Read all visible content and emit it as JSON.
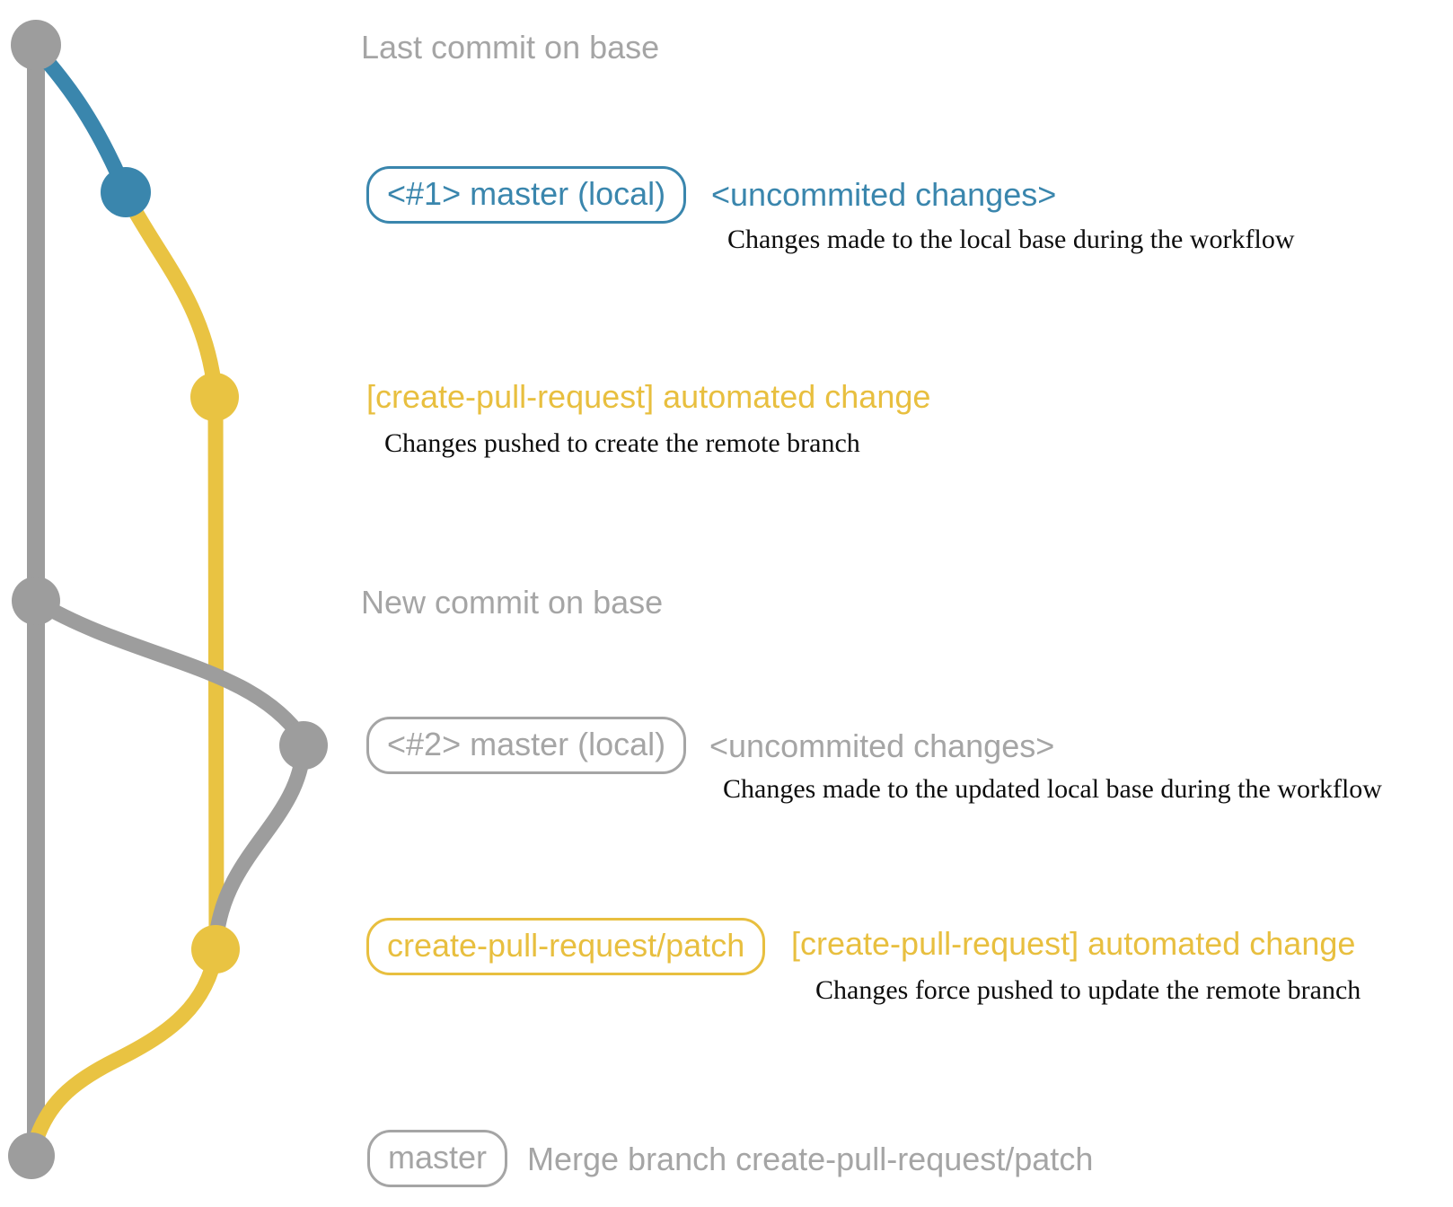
{
  "colors": {
    "gray-line": "#9d9d9d",
    "gray-text": "#a5a5a5",
    "blue": "#3a86ad",
    "yellow": "#e9c342",
    "yellow-text": "#e8bf3f",
    "ink": "#0d0d0d",
    "bg": "#ffffff"
  },
  "rows": {
    "last_base": {
      "title": "Last commit on base"
    },
    "local1": {
      "badge": "<#1> master (local)",
      "heading": "<uncommited changes>",
      "annotation": "Changes made to the local base during the workflow"
    },
    "push1": {
      "heading": "[create-pull-request] automated change",
      "annotation": "Changes pushed to create the remote branch"
    },
    "new_base": {
      "title": "New commit on base"
    },
    "local2": {
      "badge": "<#2> master (local)",
      "heading": "<uncommited changes>",
      "annotation": "Changes made to the updated local base during the workflow"
    },
    "push2": {
      "badge": "create-pull-request/patch",
      "heading": "[create-pull-request] automated change",
      "annotation": "Changes force pushed to update the remote branch"
    },
    "merge": {
      "badge": "master",
      "heading": "Merge branch create-pull-request/patch"
    }
  }
}
